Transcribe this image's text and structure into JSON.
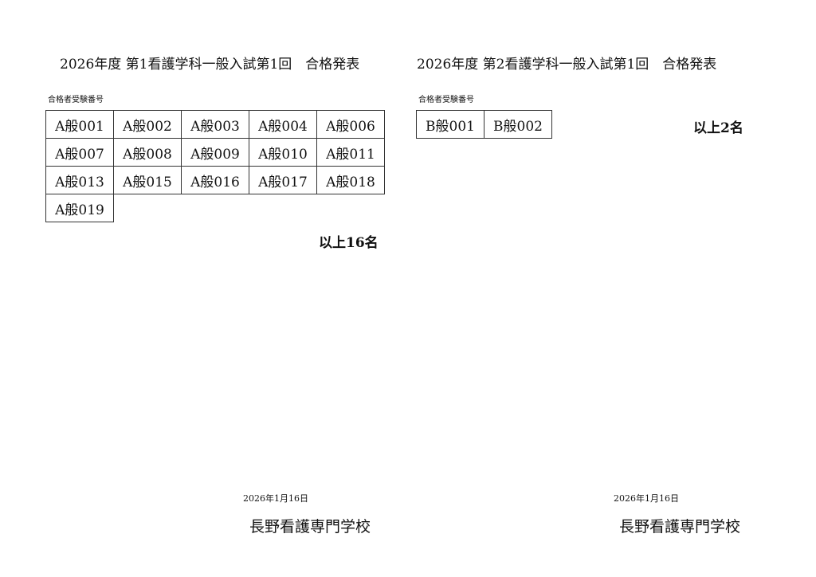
{
  "left": {
    "title": "2026年度  第1看護学科一般入試第1回　合格発表",
    "label": "合格者受験番号",
    "rows": [
      [
        "A般001",
        "A般002",
        "A般003",
        "A般004",
        "A般006"
      ],
      [
        "A般007",
        "A般008",
        "A般009",
        "A般010",
        "A般011"
      ],
      [
        "A般013",
        "A般015",
        "A般016",
        "A般017",
        "A般018"
      ],
      [
        "A般019"
      ]
    ],
    "total": "以上16名",
    "date": "2026年1月16日",
    "school": "長野看護専門学校"
  },
  "right": {
    "title": "2026年度  第2看護学科一般入試第1回　合格発表",
    "label": "合格者受験番号",
    "rows": [
      [
        "B般001",
        "B般002"
      ]
    ],
    "total": "以上2名",
    "date": "2026年1月16日",
    "school": "長野看護専門学校"
  }
}
